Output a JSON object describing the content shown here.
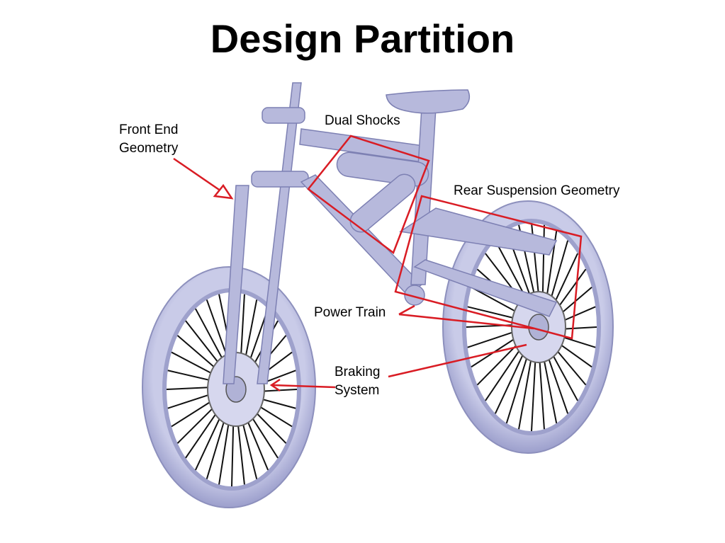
{
  "title": "Design Partition",
  "labels": {
    "front_end": [
      "Front End",
      "Geometry"
    ],
    "dual_shocks": "Dual Shocks",
    "rear_suspension": "Rear Suspension Geometry",
    "power_train": "Power Train",
    "braking": [
      "Braking",
      "System"
    ]
  },
  "colors": {
    "frame": "#b7b9dc",
    "frame_dark": "#8c8fbf",
    "annotation": "#d91c24",
    "spoke": "#111111"
  }
}
